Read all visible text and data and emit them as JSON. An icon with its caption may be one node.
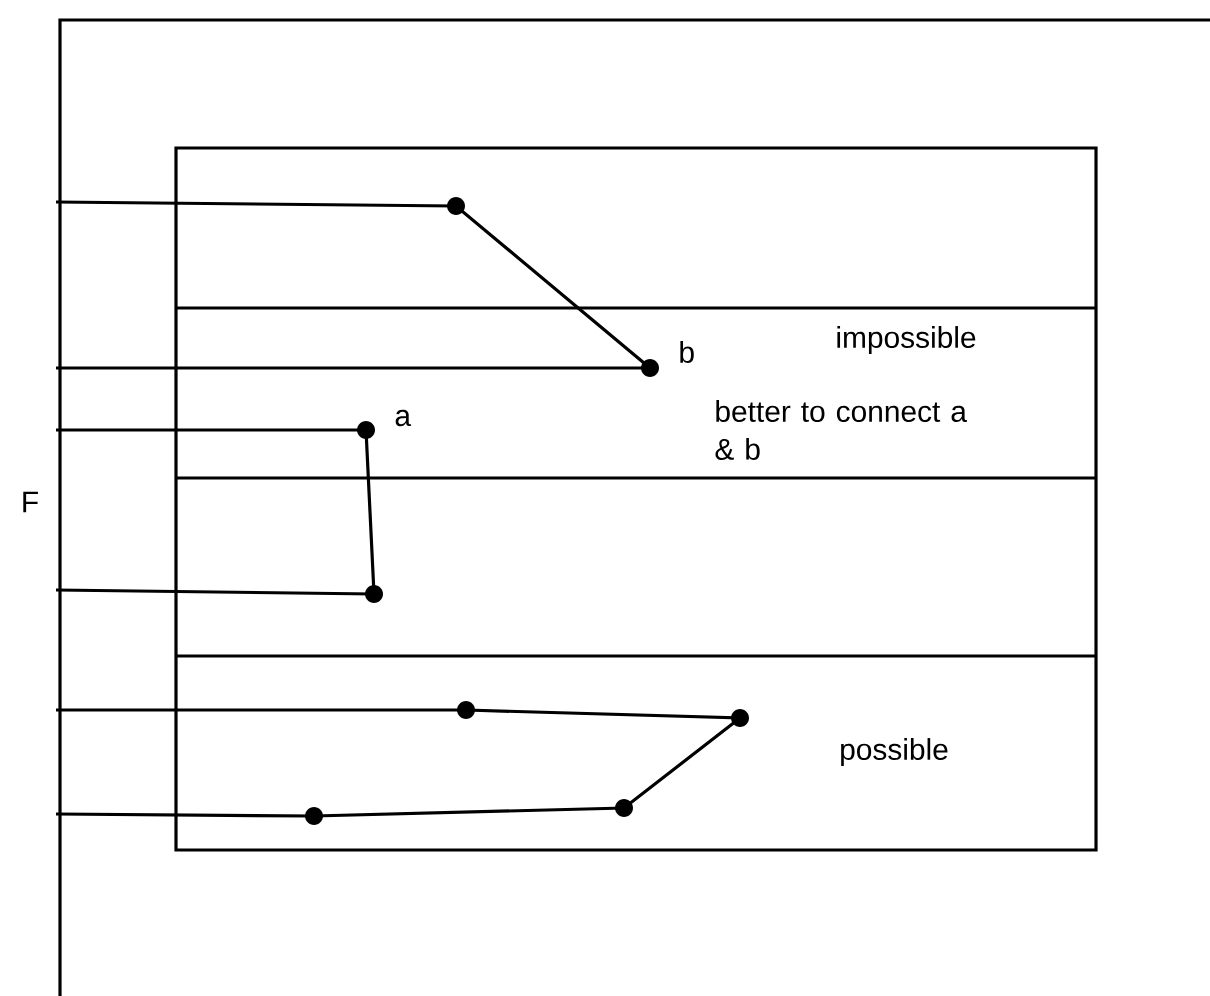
{
  "diagram": {
    "labels": [
      "b",
      "impossible",
      "a",
      "better to connect a & b",
      "F",
      "possible"
    ]
  }
}
